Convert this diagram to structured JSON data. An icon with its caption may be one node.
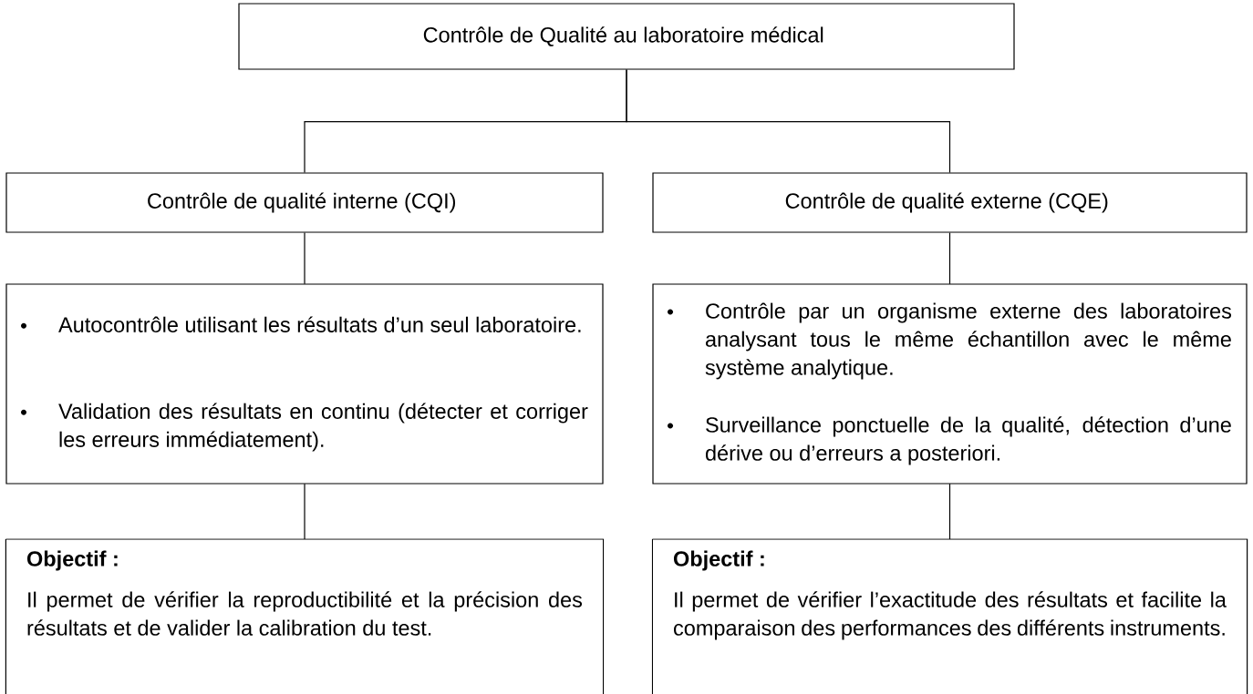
{
  "diagram": {
    "nodes": [
      {
        "text": [
          "Contrôle de Qualité au laboratoire médical"
        ]
      },
      {
        "text": [
          "Contrôle de qualité interne (CQI)"
        ]
      },
      {
        "text": [
          "Contrôle de qualité externe (CQE)"
        ]
      },
      {
        "text": [
          "Autocontrôle utilisant les résultats d’un seul laboratoire.",
          "Validation des résultats en continu (détecter et corriger les erreurs immédiatement)."
        ]
      },
      {
        "text": [
          "Contrôle par un organisme externe des laboratoires analysant tous le même échantillon avec le même système analytique.",
          "Surveillance ponctuelle de la qualité, détection d’une dérive ou d’erreurs a posteriori."
        ]
      },
      {
        "text": [
          "Objectif :",
          "Il permet de vérifier la reproductibilité et la précision des résultats et de valider la calibration du test."
        ]
      },
      {
        "text": [
          "Objectif :",
          "Il permet de vérifier l’exactitude des résultats et facilite la comparaison des performances des différents instruments."
        ]
      }
    ],
    "edges": [
      {
        "from": 0,
        "to": 1,
        "arrow": "none"
      },
      {
        "from": 0,
        "to": 2,
        "arrow": "none"
      },
      {
        "from": 1,
        "to": 3,
        "arrow": "none"
      },
      {
        "from": 2,
        "to": 4,
        "arrow": "none"
      },
      {
        "from": 3,
        "to": 5,
        "arrow": "none"
      },
      {
        "from": 4,
        "to": 6,
        "arrow": "none"
      }
    ]
  }
}
